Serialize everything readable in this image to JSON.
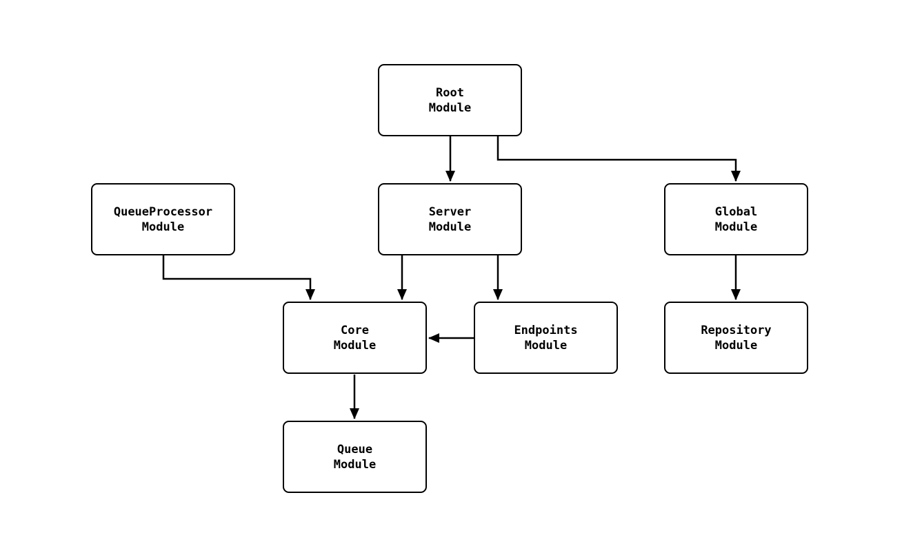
{
  "diagram": {
    "type": "module-dependency-graph",
    "colors": {
      "background": "#ffffff",
      "node_fill": "#ffffff",
      "node_border": "#000000",
      "edge_stroke": "#000000",
      "text": "#000000"
    },
    "nodes": [
      {
        "id": "root",
        "line1": "Root",
        "line2": "Module"
      },
      {
        "id": "server",
        "line1": "Server",
        "line2": "Module"
      },
      {
        "id": "global",
        "line1": "Global",
        "line2": "Module"
      },
      {
        "id": "queueprocessor",
        "line1": "QueueProcessor",
        "line2": "Module"
      },
      {
        "id": "core",
        "line1": "Core",
        "line2": "Module"
      },
      {
        "id": "endpoints",
        "line1": "Endpoints",
        "line2": "Module"
      },
      {
        "id": "repository",
        "line1": "Repository",
        "line2": "Module"
      },
      {
        "id": "queue",
        "line1": "Queue",
        "line2": "Module"
      }
    ],
    "edges": [
      {
        "from": "root",
        "to": "server"
      },
      {
        "from": "root",
        "to": "global"
      },
      {
        "from": "queueprocessor",
        "to": "core"
      },
      {
        "from": "server",
        "to": "core"
      },
      {
        "from": "server",
        "to": "endpoints"
      },
      {
        "from": "endpoints",
        "to": "core"
      },
      {
        "from": "global",
        "to": "repository"
      },
      {
        "from": "core",
        "to": "queue"
      }
    ]
  }
}
